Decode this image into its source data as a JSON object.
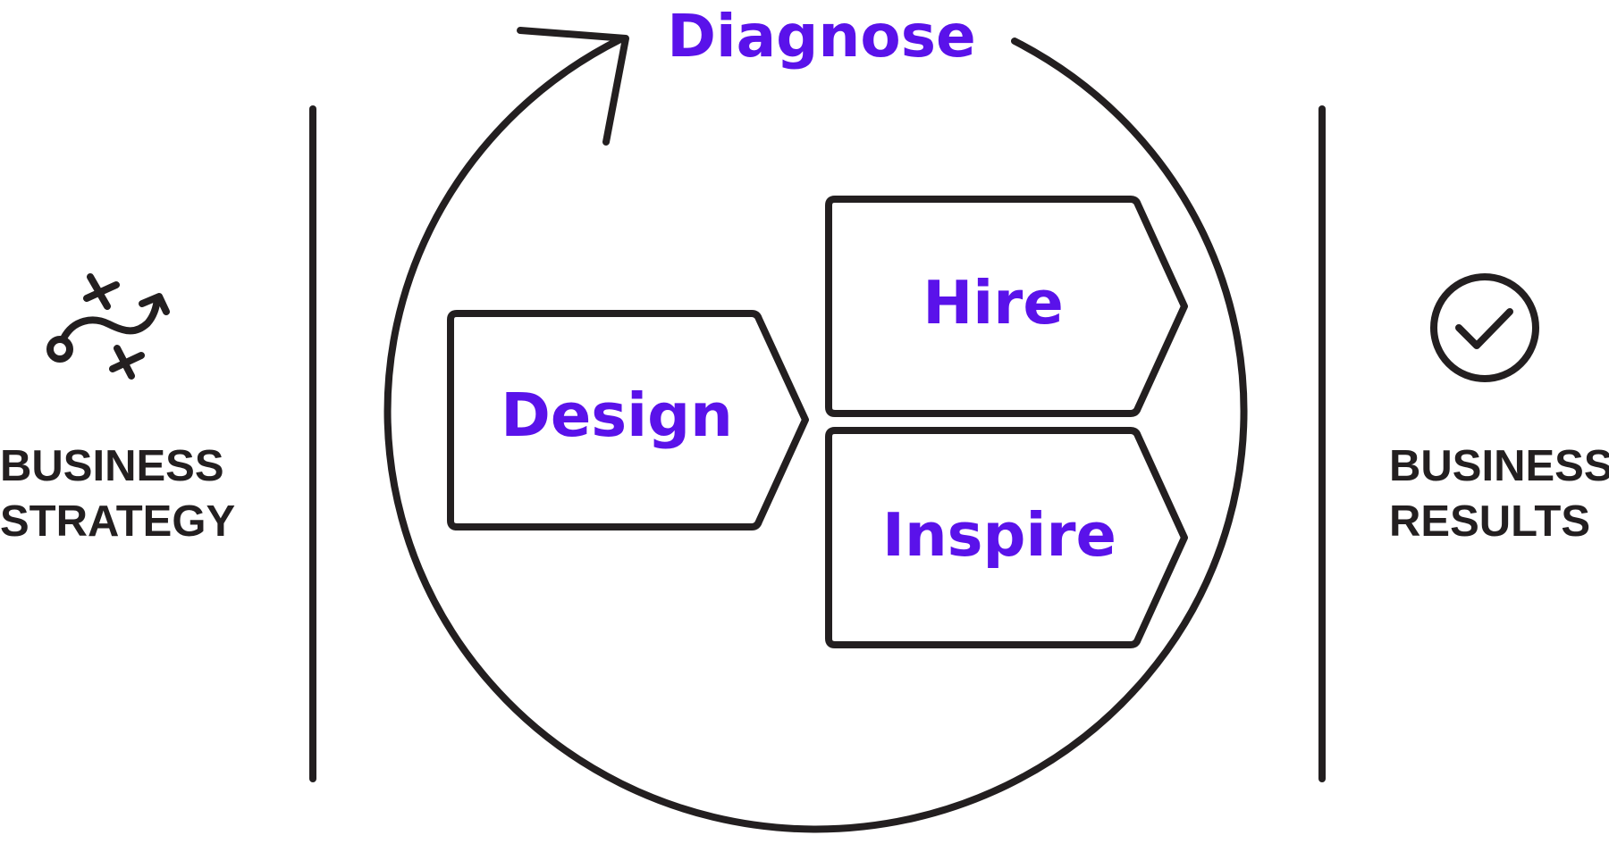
{
  "colors": {
    "accent": "#5a12ea",
    "ink": "#231f20",
    "background": "#ffffff"
  },
  "cycle": {
    "label": "Diagnose"
  },
  "steps": [
    {
      "label": "Design"
    },
    {
      "label": "Hire"
    },
    {
      "label": "Inspire"
    }
  ],
  "left_panel": {
    "icon": "strategy-play-icon",
    "line1": "BUSINESS",
    "line2": "STRATEGY"
  },
  "right_panel": {
    "icon": "check-circle-icon",
    "line1": "BUSINESS",
    "line2": "RESULTS"
  }
}
